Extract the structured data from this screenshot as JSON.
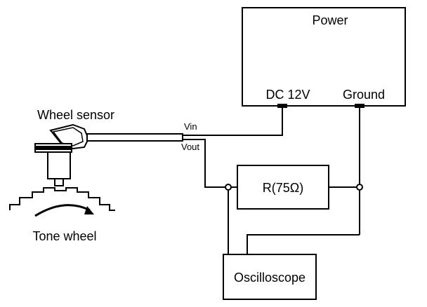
{
  "power": {
    "title": "Power",
    "dc": "DC 12V",
    "ground": "Ground"
  },
  "sensor": {
    "label": "Wheel sensor",
    "vin": "Vin",
    "vout": "Vout"
  },
  "tone_wheel": {
    "label": "Tone wheel"
  },
  "resistor": {
    "label": "R(75Ω)"
  },
  "scope": {
    "label": "Oscilloscope"
  },
  "colors": {
    "ink": "#000000",
    "paper": "#ffffff"
  }
}
